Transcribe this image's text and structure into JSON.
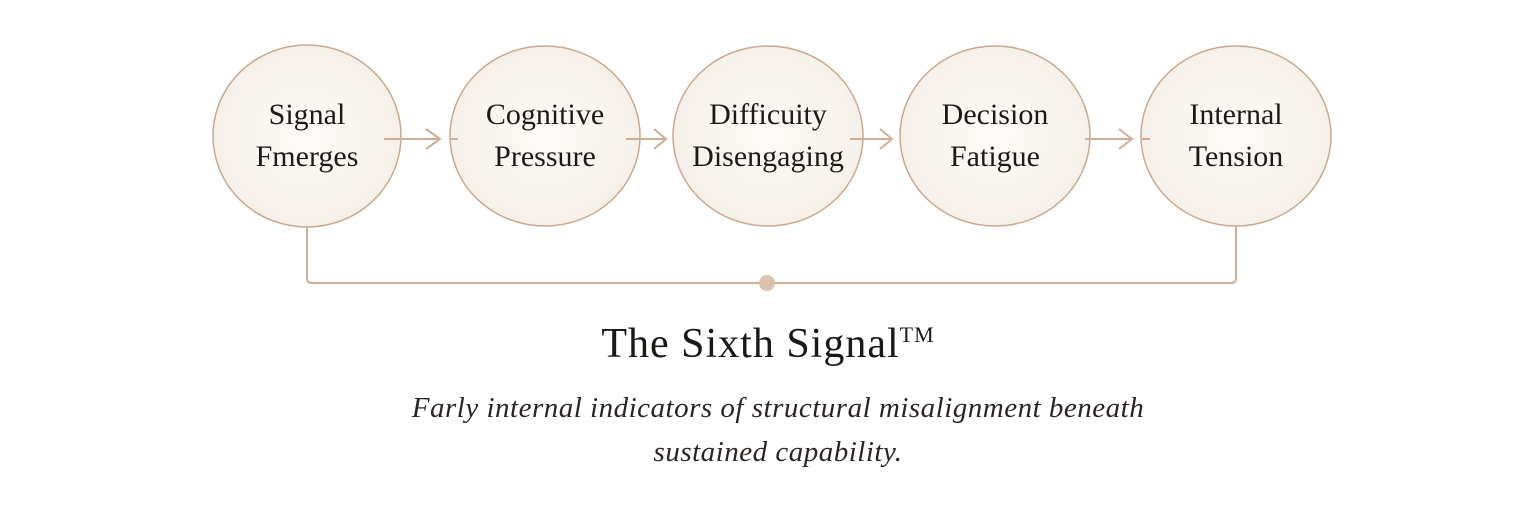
{
  "nodes": [
    {
      "line1": "Signal",
      "line2": "Fmerges"
    },
    {
      "line1": "Cognitive",
      "line2": "Pressure"
    },
    {
      "line1": "Difficuity",
      "line2": "Disengaging"
    },
    {
      "line1": "Decision",
      "line2": "Fatigue"
    },
    {
      "line1": "Internal",
      "line2": "Tension"
    }
  ],
  "title": "The Sixth Signal",
  "trademark": "TM",
  "subtitle": "Farly internal indicators of structural misalignment beneath sustained capability.",
  "colors": {
    "stroke": "#c9a88e",
    "fill": "#f8f4ef",
    "dot": "#dcc2ad",
    "text": "#1d1a18"
  }
}
